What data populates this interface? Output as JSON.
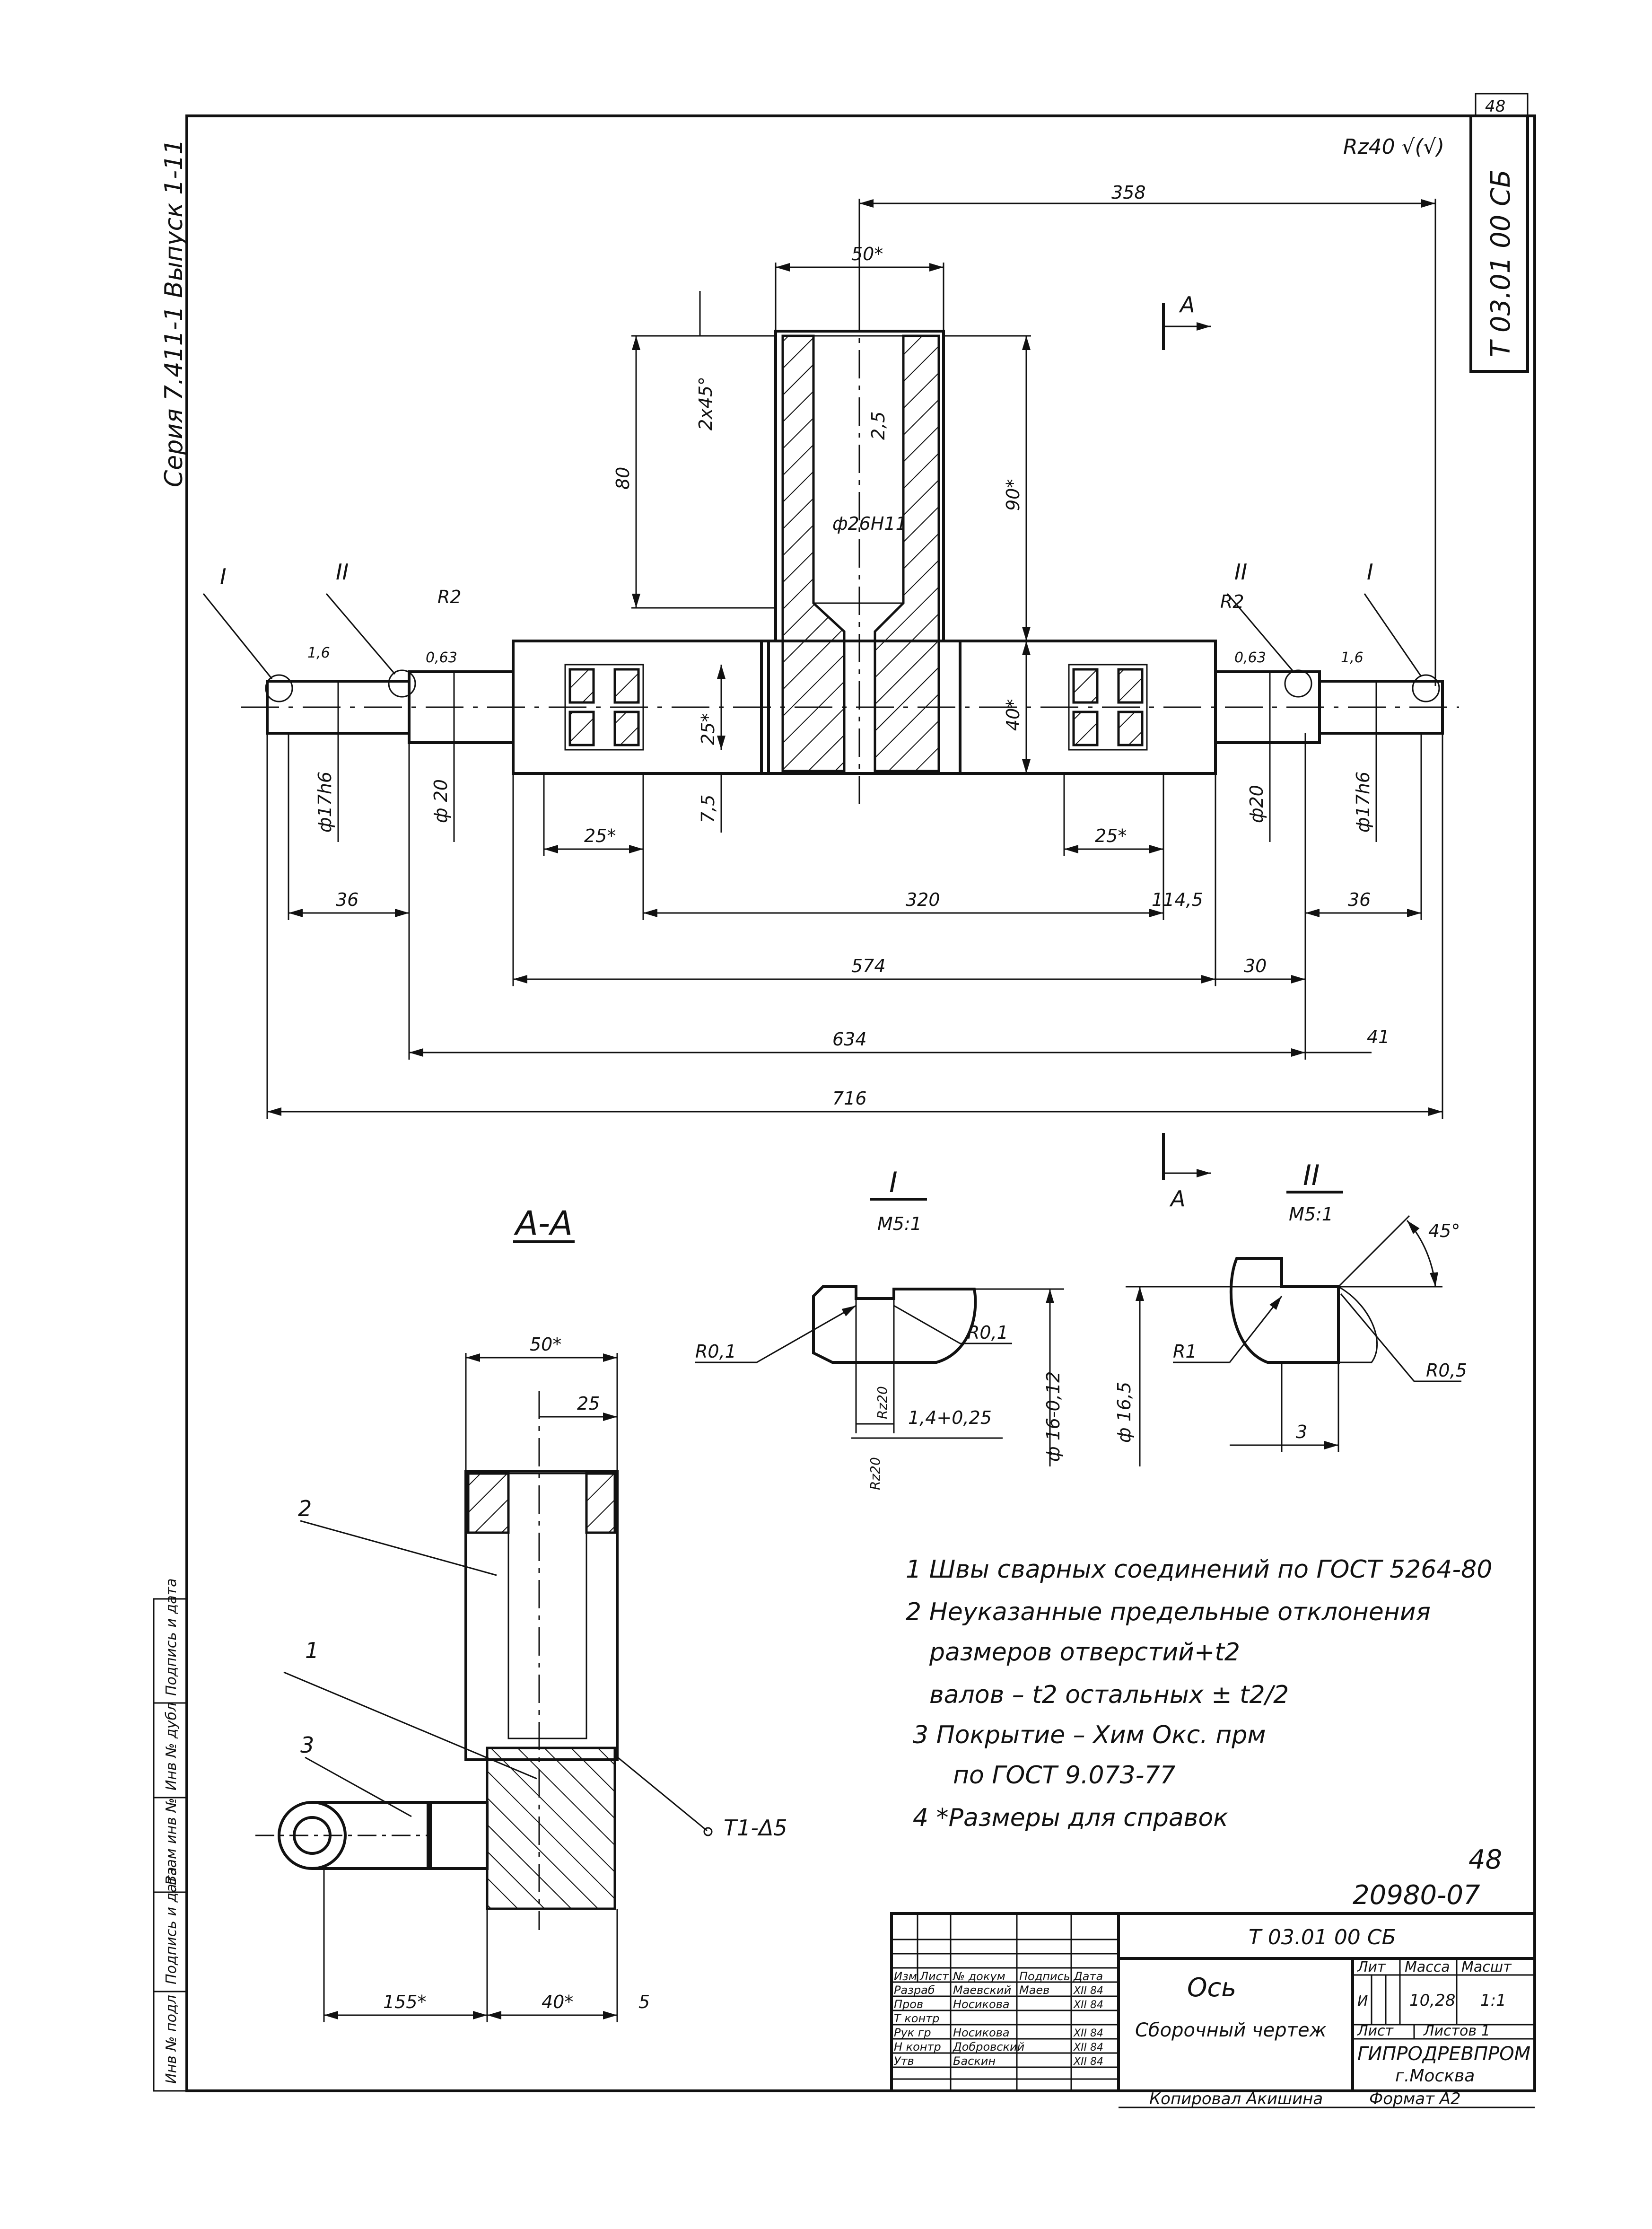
{
  "sheet": {
    "designation": "Т 03.01 00 СБ",
    "page_number": "48",
    "roughness": "Rz40 √(√)",
    "series": "Серия 7.411-1  Выпуск 1-11",
    "archive_number": "20980-07",
    "copied": "Копировал  Акишина",
    "format": "Формат А2"
  },
  "main_view": {
    "dims": {
      "d358": "358",
      "d50": "50*",
      "d80": "80",
      "d90": "90*",
      "d2x45": "2х45°",
      "d25r": "2,5",
      "d26": "ф26Н11",
      "d40": "40*",
      "d25v": "25*",
      "d75": "7,5",
      "d25a": "25*",
      "d25b": "25*",
      "d36a": "36",
      "d36b": "36",
      "d320": "320",
      "d1145": "114,5",
      "d574": "574",
      "d30": "30",
      "d634": "634",
      "d41": "41",
      "d716": "716",
      "phi17a": "ф17h6",
      "phi17b": "ф17h6",
      "phi20a": "ф 20",
      "phi20b": "ф20",
      "r2a": "R2",
      "r2b": "R2",
      "r16a": "1,6",
      "r16b": "1,6",
      "r063a": "0,63",
      "r063b": "0,63"
    },
    "labels": {
      "I_left": "I",
      "II_left": "II",
      "II_right": "II",
      "I_right": "I",
      "section_top": "А",
      "section_bottom": "А"
    }
  },
  "section_aa": {
    "title": "А-А",
    "dims": {
      "d50": "50*",
      "d25": "25",
      "d155": "155*",
      "d40": "40*",
      "d5": "5",
      "weld": "Т1-Δ5"
    },
    "callouts": [
      "2",
      "1",
      "3"
    ]
  },
  "detail_I": {
    "title": "I",
    "scale": "М5:1",
    "dims": {
      "r01a": "R0,1",
      "r01b": "R0,1",
      "rz20a": "Rz20",
      "rz20b": "Rz20",
      "d14": "1,4+0,25",
      "d16": "ф 16-0,12"
    }
  },
  "detail_II": {
    "title": "II",
    "scale": "М5:1",
    "dims": {
      "a45": "45°",
      "r1": "R1",
      "r05": "R0,5",
      "d165": "ф 16,5",
      "d3": "3"
    }
  },
  "notes": [
    "1 Швы сварных соединений  по ГОСТ 5264-80",
    "2 Неуказанные предельные отклонения",
    "размеров  отверстий+t2",
    "валов – t2          остальных ± t2/2",
    "3 Покрытие – Хим  Окс.  прм",
    "по ГОСТ 9.073-77",
    "4 *Размеры  для  справок"
  ],
  "title_block": {
    "designation": "Т 03.01 00 СБ",
    "name": "Ось",
    "doc_type": "Сборочный  чертеж",
    "lit_label": "Лит",
    "mass_label": "Масса",
    "scale_label": "Масшт",
    "lit": "И",
    "mass": "10,28",
    "scale": "1:1",
    "sheet_label": "Лист",
    "sheets_label": "Листов 1",
    "org": "ГИПРОДРЕВПРОМ",
    "city": "г.Москва",
    "col_headers": [
      "Изм",
      "Лист",
      "№ докум",
      "Подпись",
      "Дата"
    ],
    "rows": [
      {
        "role": "Разраб",
        "name": "Маевский",
        "sign": "Маев",
        "date": "ХII 84"
      },
      {
        "role": "Пров",
        "name": "Носикова",
        "sign": "",
        "date": "ХII 84"
      },
      {
        "role": "Т контр",
        "name": "",
        "sign": "",
        "date": ""
      },
      {
        "role": "Рук гр",
        "name": "Носикова",
        "sign": "",
        "date": "ХII 84"
      },
      {
        "role": "Н контр",
        "name": "Добровский",
        "sign": "",
        "date": "ХII 84"
      },
      {
        "role": "Утв",
        "name": "Баскин",
        "sign": "",
        "date": "ХII 84"
      }
    ]
  },
  "left_strip": [
    "Инв № подл",
    "Подпись и дата",
    "Взам инв №",
    "Инв № дубл",
    "Подпись и дата"
  ]
}
